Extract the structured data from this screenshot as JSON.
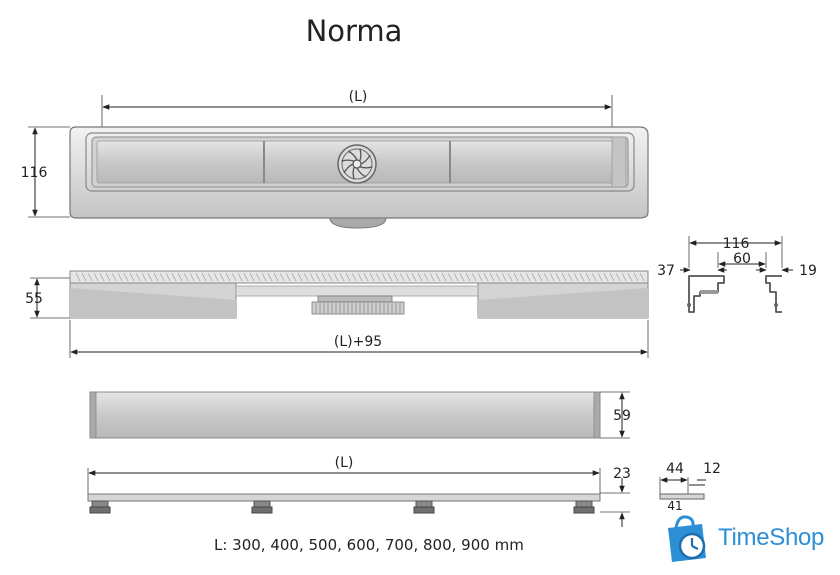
{
  "title": "Norma",
  "dimensions": {
    "top_length": "(L)",
    "top_height": "116",
    "side_height": "55",
    "side_length": "(L)+95",
    "profile_total": "116",
    "profile_inner": "60",
    "profile_left": "37",
    "profile_right": "19",
    "cover_height": "59",
    "grate_length": "(L)",
    "grate_height": "23",
    "grate_width_a": "44",
    "grate_width_b": "12",
    "grate_width_c": "41"
  },
  "sizes_text": "L: 300, 400, 500, 600, 700, 800, 900 mm",
  "brand": {
    "name": "TimeShop",
    "color": "#2d8fd6",
    "icon": "shopping-bag-clock-icon"
  }
}
